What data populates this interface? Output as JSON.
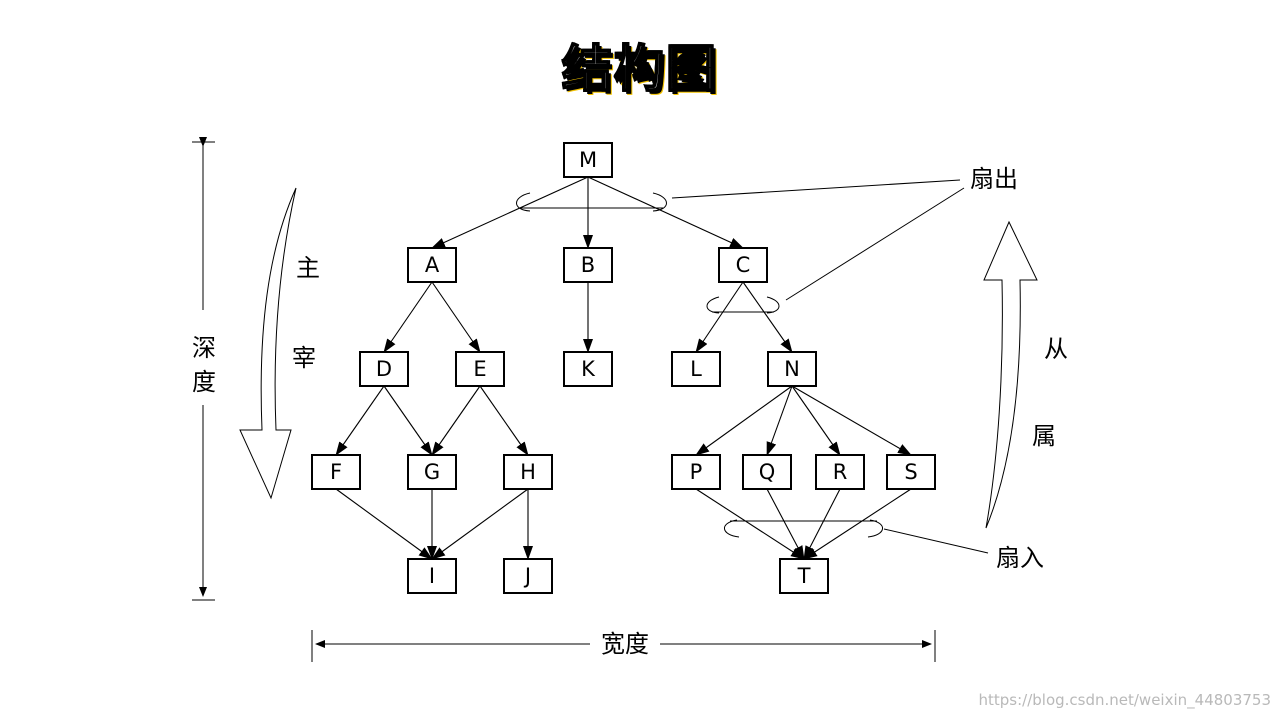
{
  "title": "结构图",
  "nodes": [
    {
      "id": "M",
      "label": "M"
    },
    {
      "id": "A",
      "label": "A"
    },
    {
      "id": "B",
      "label": "B"
    },
    {
      "id": "C",
      "label": "C"
    },
    {
      "id": "D",
      "label": "D"
    },
    {
      "id": "E",
      "label": "E"
    },
    {
      "id": "K",
      "label": "K"
    },
    {
      "id": "L",
      "label": "L"
    },
    {
      "id": "N",
      "label": "N"
    },
    {
      "id": "F",
      "label": "F"
    },
    {
      "id": "G",
      "label": "G"
    },
    {
      "id": "H",
      "label": "H"
    },
    {
      "id": "P",
      "label": "P"
    },
    {
      "id": "Q",
      "label": "Q"
    },
    {
      "id": "R",
      "label": "R"
    },
    {
      "id": "S",
      "label": "S"
    },
    {
      "id": "I",
      "label": "I"
    },
    {
      "id": "J",
      "label": "J"
    },
    {
      "id": "T",
      "label": "T"
    }
  ],
  "edges": [
    [
      "M",
      "A"
    ],
    [
      "M",
      "B"
    ],
    [
      "M",
      "C"
    ],
    [
      "A",
      "D"
    ],
    [
      "A",
      "E"
    ],
    [
      "B",
      "K"
    ],
    [
      "C",
      "L"
    ],
    [
      "C",
      "N"
    ],
    [
      "D",
      "F"
    ],
    [
      "D",
      "G"
    ],
    [
      "E",
      "G"
    ],
    [
      "E",
      "H"
    ],
    [
      "N",
      "P"
    ],
    [
      "N",
      "Q"
    ],
    [
      "N",
      "R"
    ],
    [
      "N",
      "S"
    ],
    [
      "F",
      "I"
    ],
    [
      "G",
      "I"
    ],
    [
      "H",
      "I"
    ],
    [
      "H",
      "J"
    ],
    [
      "P",
      "T"
    ],
    [
      "Q",
      "T"
    ],
    [
      "R",
      "T"
    ],
    [
      "S",
      "T"
    ]
  ],
  "labels": {
    "depth": "深度",
    "width": "宽度",
    "fan_out": "扇出",
    "fan_in": "扇入",
    "control_1": "主",
    "control_2": "宰",
    "subordinate_1": "从",
    "subordinate_2": "属"
  },
  "watermark": "https://blog.csdn.net/weixin_44803753"
}
